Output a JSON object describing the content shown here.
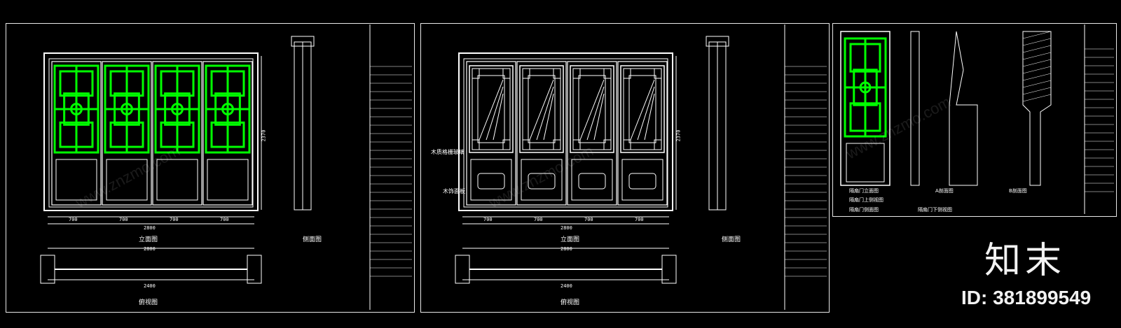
{
  "sheet1": {
    "front_label": "立面图",
    "side_label": "侧面图",
    "plan_label": "俯视图",
    "dims_bottom": [
      "700",
      "700",
      "700",
      "700"
    ],
    "dim_total": "2800",
    "dim_height": "2370",
    "plan_top": "2800",
    "plan_bottom": "2400"
  },
  "sheet2": {
    "front_label": "立面图",
    "side_label": "侧面图",
    "plan_label": "俯视图",
    "callout1": "木质格栅玻璃",
    "callout2": "木饰面板",
    "dims_bottom": [
      "700",
      "700",
      "700",
      "700"
    ],
    "dim_total": "2800",
    "dim_height": "2370",
    "plan_top": "2800",
    "plan_bottom": "2400"
  },
  "sheet3": {
    "detail1": "隔扇门立面图",
    "detail2": "隔扇门侧面图",
    "detail3": "A剖面图",
    "detail4": "B剖面图",
    "detail5": "隔扇门上侧视图",
    "detail6": "隔扇门下侧视图"
  },
  "brand": "知末",
  "id_text": "ID: 381899549",
  "watermark": "www.znzmo.com",
  "colors": {
    "line": "#ffffff",
    "accent": "#00ff00",
    "bg": "#000000"
  }
}
